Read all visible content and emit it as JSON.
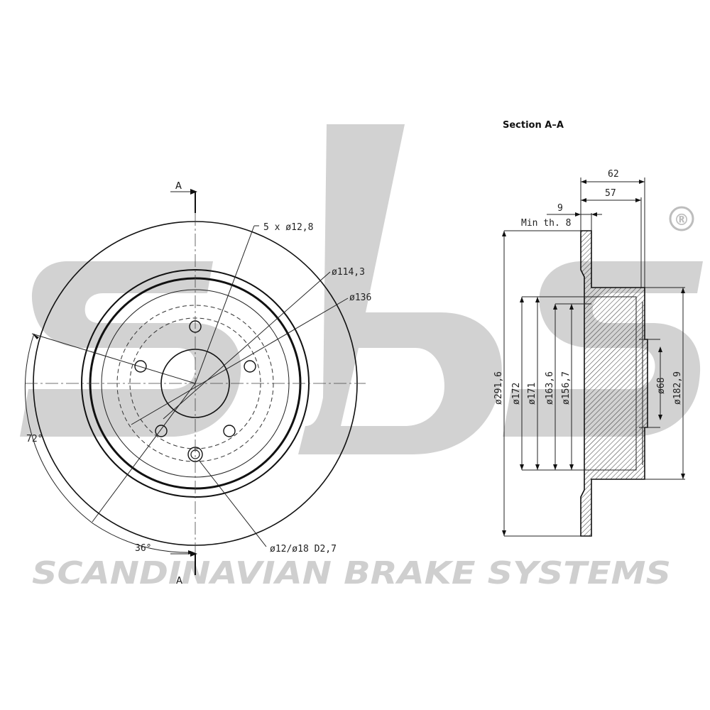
{
  "brand": {
    "logo_text": "sbs",
    "registered_mark": "®",
    "tagline": "SCANDINAVIAN BRAKE SYSTEMS",
    "watermark_color": "#cccccc"
  },
  "section_title": "Section A–A",
  "section_markers": {
    "top": "A",
    "bottom": "A"
  },
  "front_view": {
    "bolt_holes": "5 x ø12,8",
    "pcd": "ø114,3",
    "hub_diameter": "ø136",
    "angle_outer": "72°",
    "angle_inner": "36°",
    "hole_spec": "ø12/ø18 D2,7"
  },
  "section_view": {
    "total_height": "62",
    "hat_height": "57",
    "thickness": "9",
    "min_thickness": "Min th. 8",
    "diameters_left": [
      "ø291,6",
      "ø172",
      "ø171",
      "ø163,6",
      "ø156,7"
    ],
    "diameters_right": [
      "ø68",
      "ø182,9"
    ]
  }
}
